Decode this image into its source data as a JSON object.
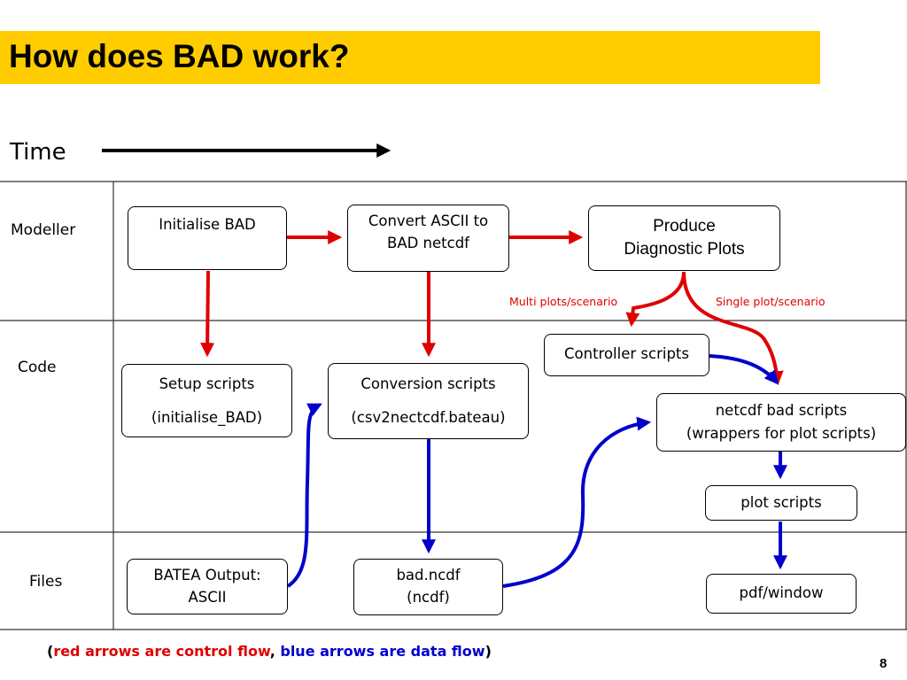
{
  "title": "How does BAD work?",
  "time_label": "Time",
  "lanes": {
    "modeller": "Modeller",
    "code": "Code",
    "files": "Files"
  },
  "boxes": {
    "initialise_bad": "Initialise BAD",
    "convert_ascii": [
      "Convert ASCII to",
      "BAD netcdf"
    ],
    "produce_plots": [
      "Produce",
      "Diagnostic Plots"
    ],
    "controller_scripts": "Controller scripts",
    "setup_scripts": [
      "Setup scripts",
      "(initialise_BAD)"
    ],
    "conversion_scripts": [
      "Conversion scripts",
      "(csv2nectcdf.bateau)"
    ],
    "netcdf_bad_scripts": [
      "netcdf bad scripts",
      "(wrappers for plot scripts)"
    ],
    "plot_scripts": "plot scripts",
    "batea_output": [
      "BATEA Output:",
      "ASCII"
    ],
    "bad_ncdf": [
      "bad.ncdf",
      "(ncdf)"
    ],
    "pdf_window": "pdf/window"
  },
  "branch_labels": {
    "multi": "Multi plots/scenario",
    "single": "Single plot/scenario"
  },
  "legend": {
    "open": "(",
    "red_text": "red arrows are control flow",
    "sep": ", ",
    "blue_text": "blue arrows are data flow",
    "close": ")"
  },
  "page_number": "8",
  "colors": {
    "title_bar": "#ffcc00",
    "control_flow": "#e00000",
    "data_flow": "#0000cc"
  }
}
